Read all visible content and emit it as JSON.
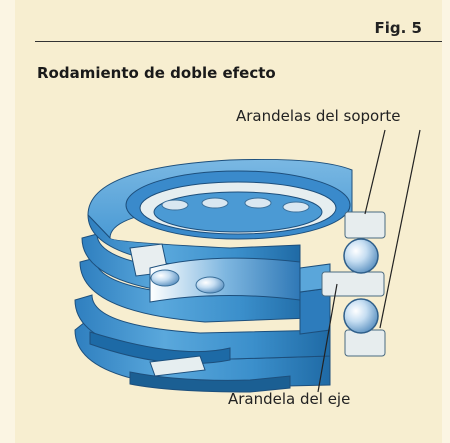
{
  "figure": {
    "label": "Fig. 5",
    "title": "Rodamiento de doble efecto"
  },
  "callouts": {
    "housing_washers": "Arandelas del soporte",
    "shaft_washer": "Arandela del eje"
  },
  "colors": {
    "background": "#f7eed0",
    "page": "#fbf5e3",
    "washer_blue": "#3f93cf",
    "washer_dark": "#1d6aa6",
    "washer_light": "#8cc3e8",
    "section_face": "#e8eef0",
    "ball": "#b8d6ee"
  }
}
